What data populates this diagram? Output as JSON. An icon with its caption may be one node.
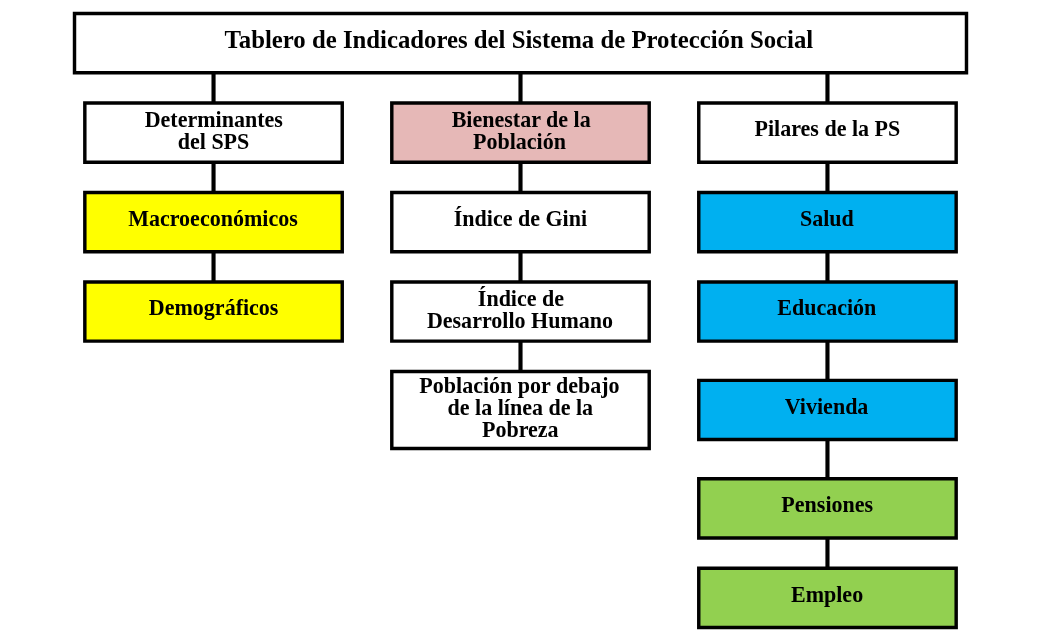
{
  "diagram": {
    "nodes": [
      {
        "text": [
          "Tablero de Indicadores del Sistema de Protección Social"
        ]
      },
      {
        "text": [
          "Determinantes del SPS"
        ]
      },
      {
        "text": [
          "Macroeconómicos"
        ]
      },
      {
        "text": [
          "Demográficos"
        ]
      },
      {
        "text": [
          "Bienestar de la Población"
        ]
      },
      {
        "text": [
          "Índice de Gini"
        ]
      },
      {
        "text": [
          "Índice de Desarrollo Humano"
        ]
      },
      {
        "text": [
          "Población por debajo de la línea de la Pobreza"
        ]
      },
      {
        "text": [
          "Pilares de la PS"
        ]
      },
      {
        "text": [
          "Salud"
        ]
      },
      {
        "text": [
          "Educación"
        ]
      },
      {
        "text": [
          "Vivienda"
        ]
      },
      {
        "text": [
          "Pensiones"
        ]
      },
      {
        "text": [
          "Empleo"
        ]
      }
    ],
    "edges": [
      {
        "from": 0,
        "to": 1,
        "arrow": "none"
      },
      {
        "from": 0,
        "to": 4,
        "arrow": "none"
      },
      {
        "from": 0,
        "to": 8,
        "arrow": "none"
      },
      {
        "from": 1,
        "to": 2,
        "arrow": "none"
      },
      {
        "from": 2,
        "to": 3,
        "arrow": "none"
      },
      {
        "from": 4,
        "to": 5,
        "arrow": "none"
      },
      {
        "from": 5,
        "to": 6,
        "arrow": "none"
      },
      {
        "from": 6,
        "to": 7,
        "arrow": "none"
      },
      {
        "from": 8,
        "to": 9,
        "arrow": "none"
      },
      {
        "from": 9,
        "to": 10,
        "arrow": "none"
      },
      {
        "from": 10,
        "to": 11,
        "arrow": "none"
      },
      {
        "from": 11,
        "to": 12,
        "arrow": "none"
      },
      {
        "from": 12,
        "to": 13,
        "arrow": "none"
      }
    ]
  }
}
